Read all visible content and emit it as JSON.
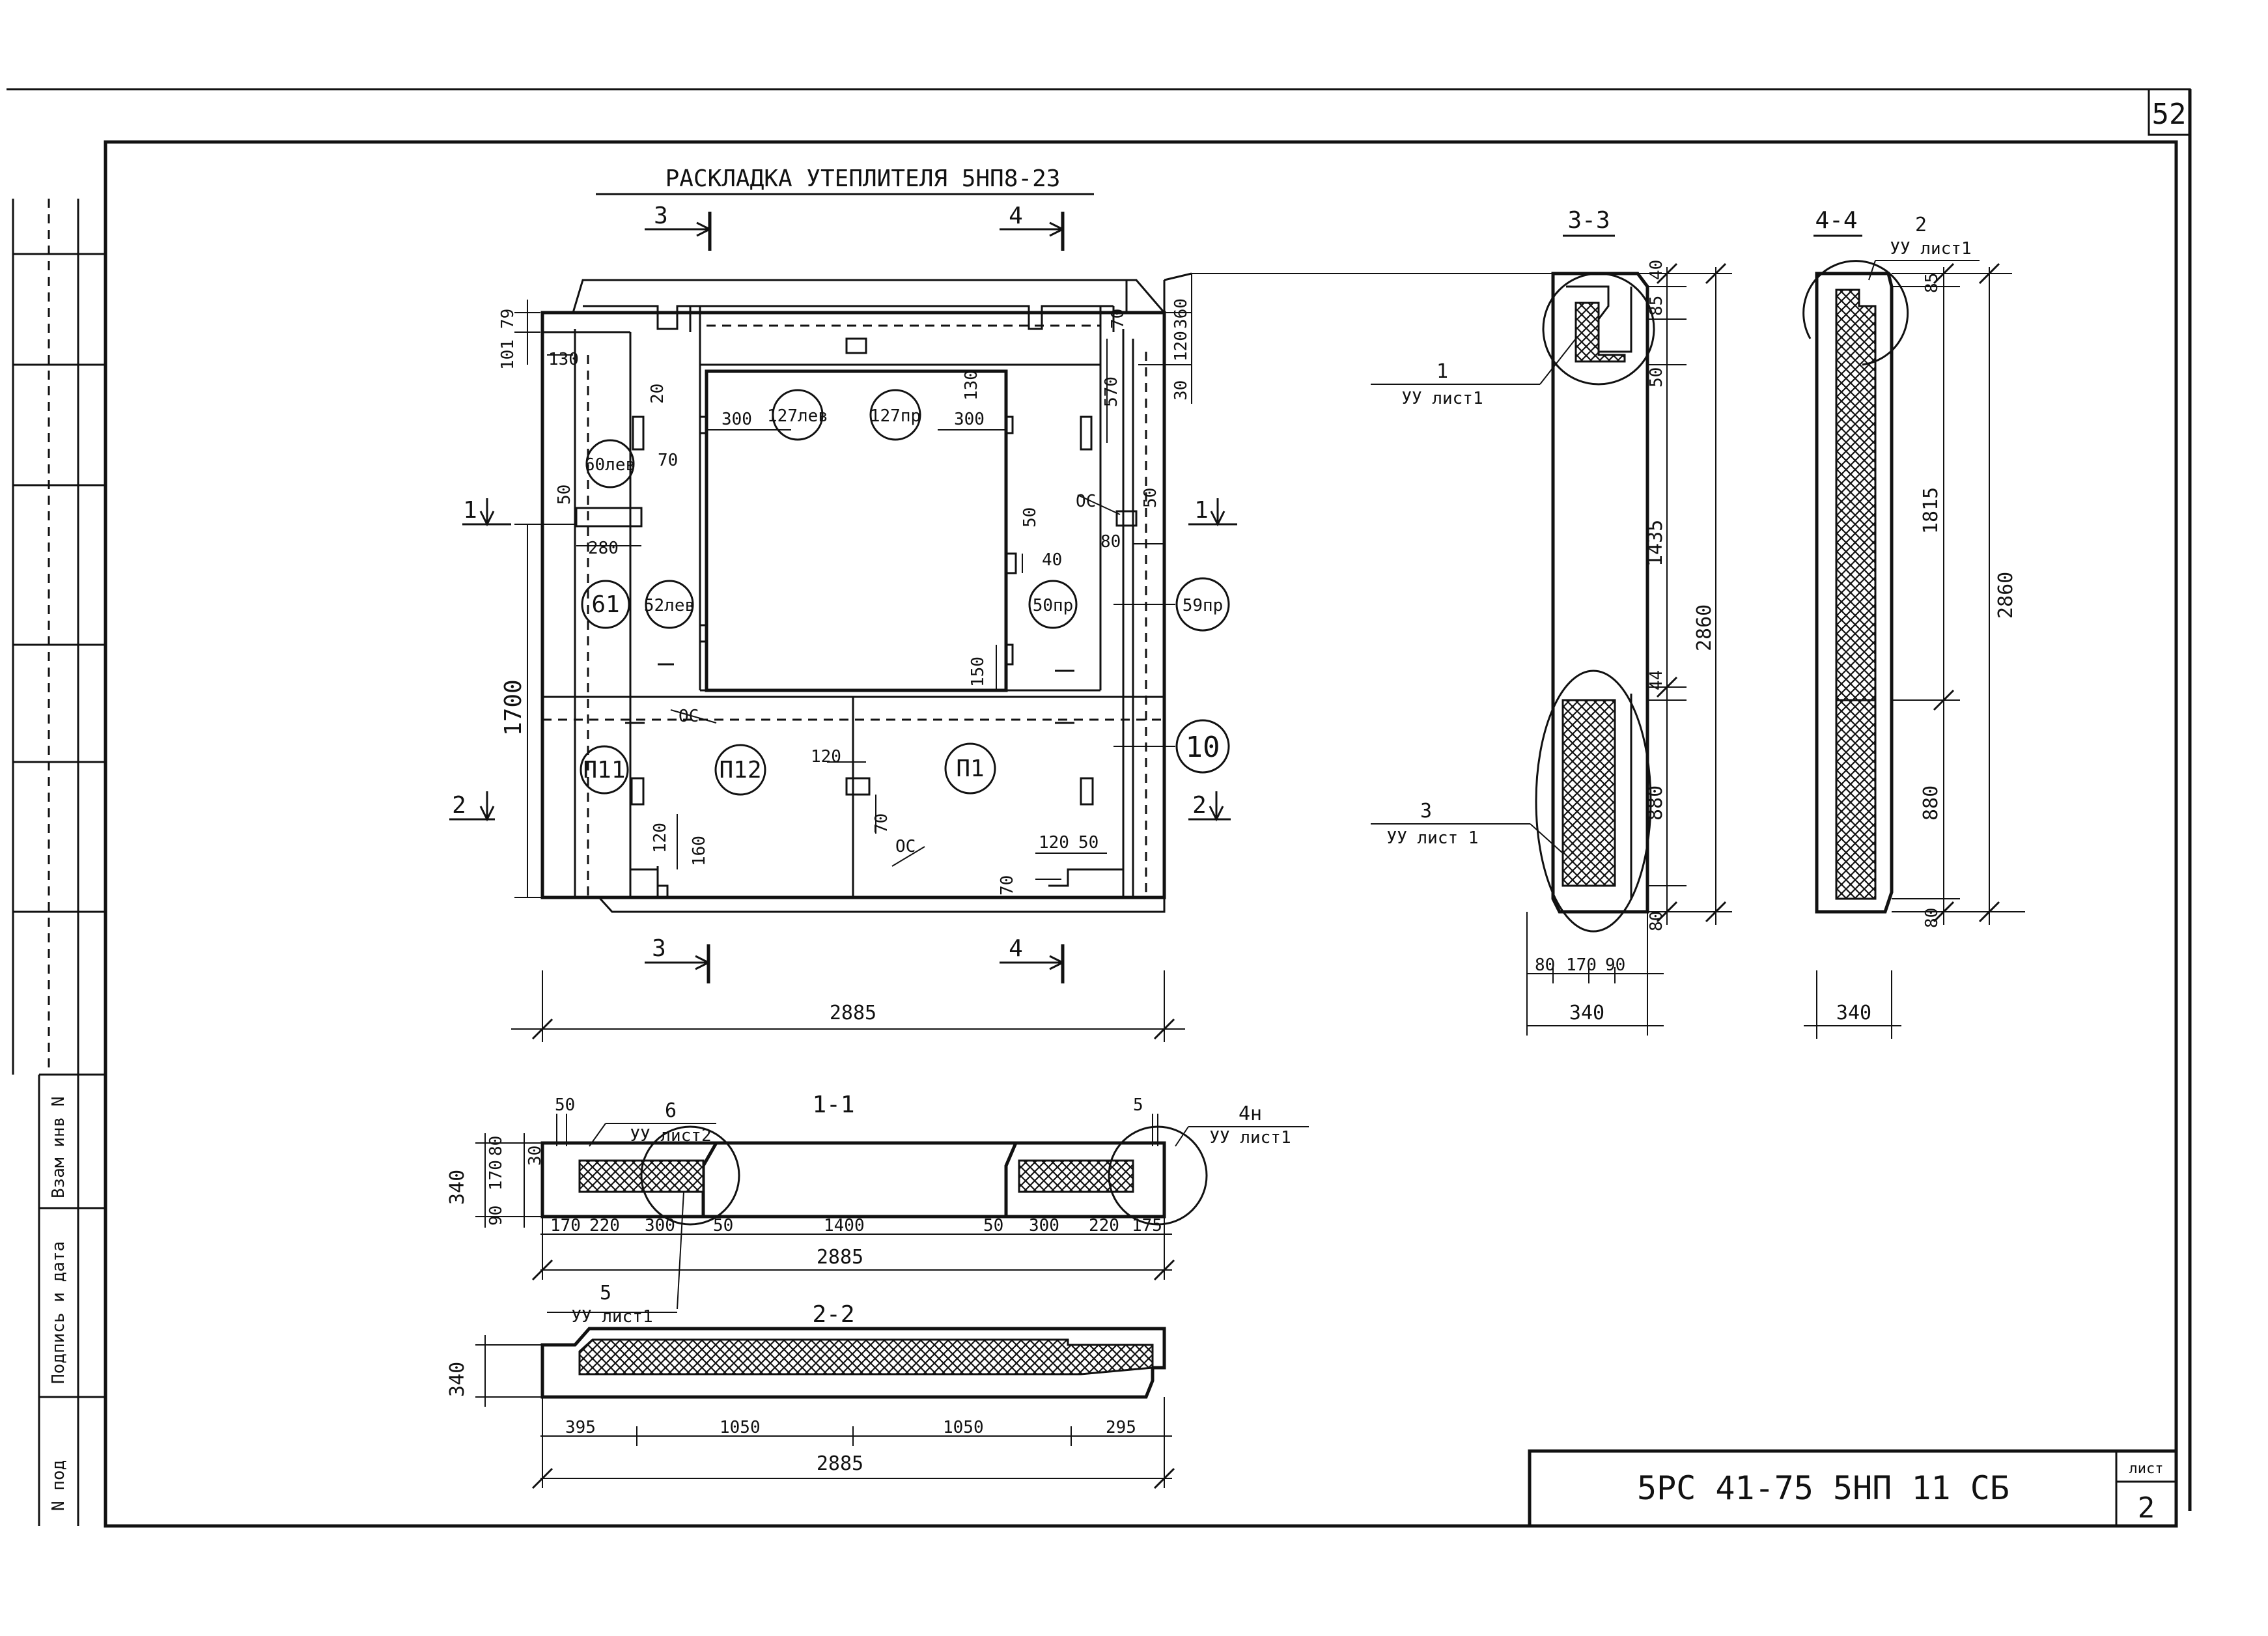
{
  "sheet": {
    "page_number": "52",
    "code": "5РС 41-75  5НП 11 СБ",
    "list_label": "лист",
    "list_number": "2"
  },
  "side_stamp": {
    "labels": [
      "Взам инв N",
      "Подпись и дата",
      "N под"
    ]
  },
  "plan": {
    "title": "РАСКЛАДКА УТЕПЛИТЕЛЯ 5НП8-23",
    "section_marks": [
      "3",
      "4",
      "3",
      "4",
      "1",
      "1",
      "2",
      "2"
    ],
    "markers": [
      "60лев",
      "127лев",
      "127пр",
      "61",
      "52лев",
      "50пр",
      "59пр",
      "П11",
      "П12",
      "П1",
      "10"
    ],
    "dims": [
      "79",
      "101",
      "130",
      "20",
      "70",
      "300",
      "300",
      "130",
      "70",
      "570",
      "360",
      "120",
      "30",
      "50",
      "280",
      "50",
      "40",
      "80",
      "50",
      "150",
      "1700",
      "120",
      "70",
      "120",
      "160",
      "120",
      "50",
      "70",
      "2885"
    ],
    "notes": [
      "ОС",
      "ОС",
      "ОС"
    ]
  },
  "section_1_1": {
    "title": "1-1",
    "callout_left": {
      "num": "6",
      "sheet": "УУ лист2"
    },
    "callout_right": {
      "num": "4н",
      "sheet": "УУ лист1"
    },
    "callout_bottom": {
      "num": "5",
      "sheet": "УУ лист1"
    },
    "height_dims": [
      "340",
      "90",
      "170",
      "80",
      "30",
      "50",
      "5"
    ],
    "bottom_dims": [
      "170",
      "220",
      "300",
      "50",
      "1400",
      "50",
      "300",
      "220",
      "175"
    ],
    "total": "2885"
  },
  "section_2_2": {
    "title": "2-2",
    "height": "340",
    "bottom_dims": [
      "395",
      "1050",
      "1050",
      "295"
    ],
    "total": "2885"
  },
  "section_3_3": {
    "title": "3-3",
    "callout_top": {
      "num": "1",
      "sheet": "УУ лист1"
    },
    "callout_bottom": {
      "num": "3",
      "sheet": "УУ лист 1"
    },
    "right_dims": [
      "40",
      "85",
      "50",
      "1435",
      "44",
      "880",
      "80"
    ],
    "total": "2860",
    "bottom_dims": [
      "80",
      "170",
      "90"
    ],
    "width": "340"
  },
  "section_4_4": {
    "title": "4-4",
    "callout": {
      "num": "2",
      "sheet": "УУ лист1"
    },
    "right_dims": [
      "85",
      "1815",
      "880",
      "80"
    ],
    "total": "2860",
    "width": "340"
  }
}
